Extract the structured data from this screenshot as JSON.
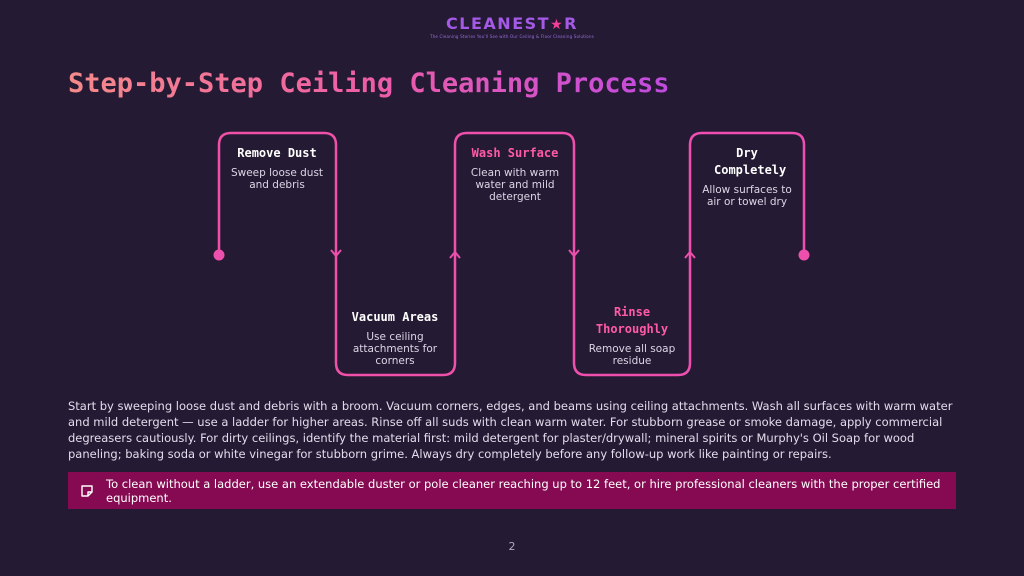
{
  "header": {
    "logo_text": "CLEANEST",
    "logo_star": "★",
    "logo_suffix": "R",
    "tagline": "The Cleaning Stories You'll See with Our Ceiling & Floor Cleaning Solutions"
  },
  "title": "Step-by-Step Ceiling Cleaning Process",
  "colors": {
    "background": "#251a33",
    "accent_pink": "#ec4fac",
    "tip_background": "#860a52"
  },
  "steps": [
    {
      "title": "Remove Dust",
      "description": "Sweep loose dust and debris"
    },
    {
      "title": "Vacuum Areas",
      "description": "Use ceiling attachments for corners"
    },
    {
      "title": "Wash Surface",
      "description": "Clean with warm water and mild detergent"
    },
    {
      "title": "Rinse Thoroughly",
      "description": "Remove all soap residue"
    },
    {
      "title": "Dry Completely",
      "description": "Allow surfaces to air or towel dry"
    }
  ],
  "paragraph": "Start by sweeping loose dust and debris with a broom. Vacuum corners, edges, and beams using ceiling attachments. Wash all surfaces with warm water and mild detergent — use a ladder for higher areas. Rinse off all suds with clean warm water. For stubborn grease or smoke damage, apply commercial degreasers cautiously. For dirty ceilings, identify the material first: mild detergent for plaster/drywall; mineral spirits or Murphy's Oil Soap for wood paneling; baking soda or white vinegar for stubborn grime. Always dry completely before any follow-up work like painting or repairs.",
  "tip": {
    "icon": "note-icon",
    "text": "To clean without a ladder, use an extendable duster or pole cleaner reaching up to 12 feet, or hire professional cleaners with the proper certified equipment."
  },
  "page_number": "2"
}
